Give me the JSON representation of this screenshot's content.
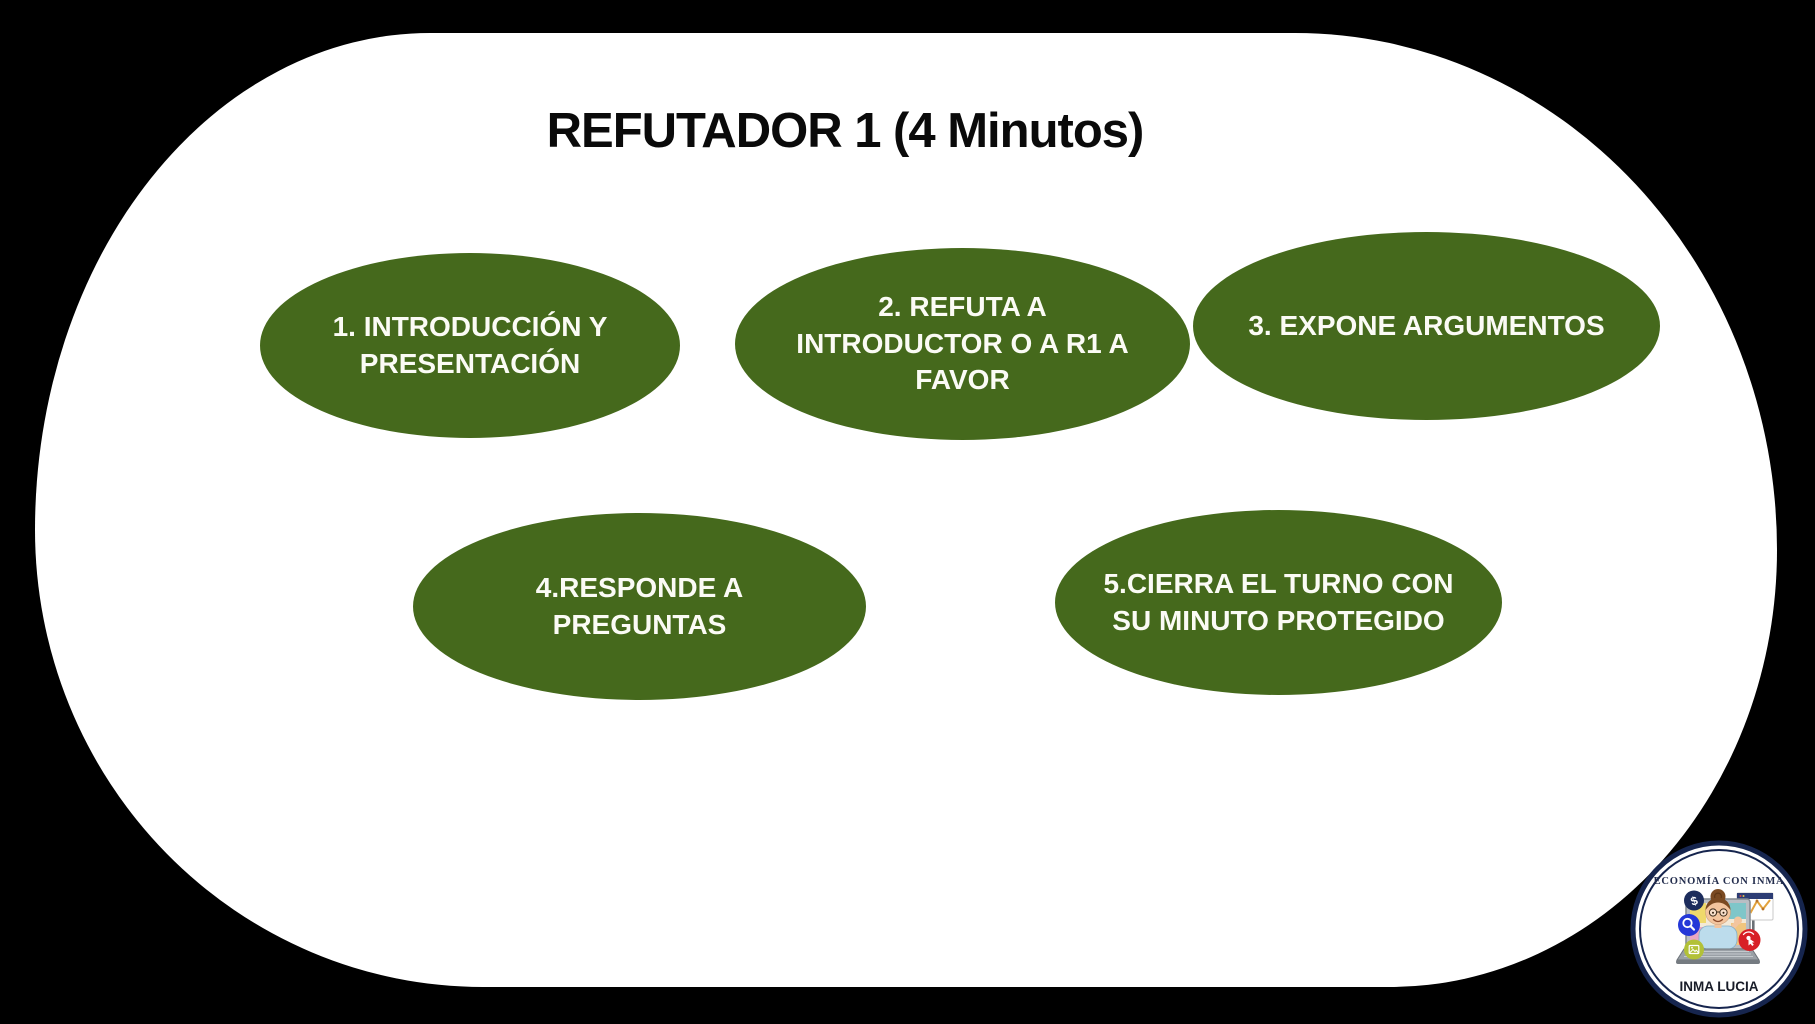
{
  "slide": {
    "title": "REFUTADOR 1 (4 Minutos)",
    "steps": [
      {
        "label": "1. INTRODUCCIÓN Y PRESENTACIÓN"
      },
      {
        "label": "2. REFUTA A INTRODUCTOR O A R1 A FAVOR"
      },
      {
        "label": "3. EXPONE ARGUMENTOS"
      },
      {
        "label": "4.RESPONDE A PREGUNTAS"
      },
      {
        "label": "5.CIERRA EL TURNO CON SU MINUTO PROTEGIDO"
      }
    ]
  },
  "logo": {
    "top_text": "ECONOMÍA CON INMA",
    "bottom_text": "INMA LUCIA"
  },
  "icons": [
    "dollar-icon",
    "search-icon",
    "image-icon",
    "click-icon",
    "chart-window-icon"
  ],
  "colors": {
    "background": "#000000",
    "panel": "#ffffff",
    "bubble": "#45691c",
    "bubble_text": "#fbfbf5",
    "title_text": "#0a0a0a",
    "logo_ring": "#16254e"
  }
}
